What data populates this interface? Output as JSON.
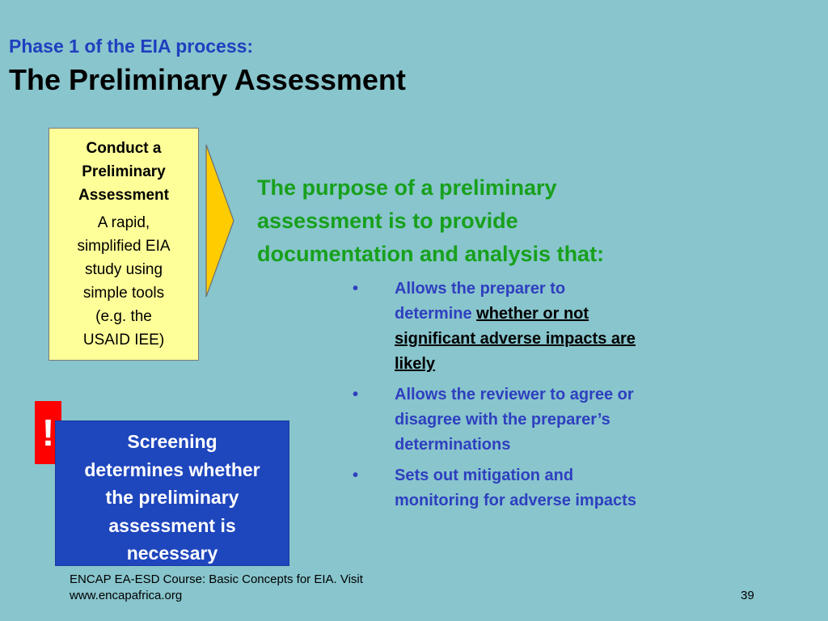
{
  "slide": {
    "subtitle": "Phase 1 of the EIA process:",
    "title": "The Preliminary Assessment"
  },
  "process_box": {
    "heading_lines": [
      "Conduct a",
      "Preliminary",
      "Assessment"
    ],
    "body_lines": [
      "A rapid,",
      "simplified EIA",
      "study using",
      "simple tools",
      "(e.g. the",
      "USAID IEE)"
    ]
  },
  "purpose": {
    "heading_lines": [
      "The purpose of a preliminary",
      "assessment is to provide",
      "documentation and analysis that:"
    ]
  },
  "bullets": {
    "symbol": "•",
    "item1": {
      "text_lines": [
        "Allows the preparer to",
        "determine "
      ],
      "emphasis_lines": [
        "whether or not",
        "significant adverse impacts are",
        "likely"
      ]
    },
    "item2": {
      "text_lines": [
        "Allows the reviewer to agree or",
        "disagree with the preparer’s",
        "determinations"
      ]
    },
    "item3": {
      "text_lines": [
        "Sets out mitigation and",
        "monitoring for adverse impacts"
      ]
    }
  },
  "alert": {
    "symbol": "!"
  },
  "screening_box": {
    "lines": [
      "Screening",
      "determines whether",
      "the preliminary",
      "assessment is",
      "necessary"
    ]
  },
  "footer": {
    "lines": [
      "ENCAP EA-ESD Course: Basic Concepts for EIA. Visit",
      "www.encapafrica.org"
    ],
    "page_number": "39"
  },
  "colors": {
    "background": "#88c5cd",
    "subtitle": "#1f3fbf",
    "purpose_heading": "#18a01c",
    "bullets": "#2f3fbf",
    "process_box": "#ffff99",
    "screening_box": "#1e46bd",
    "alert": "#ff0000",
    "arrow": "#ffcc00"
  }
}
